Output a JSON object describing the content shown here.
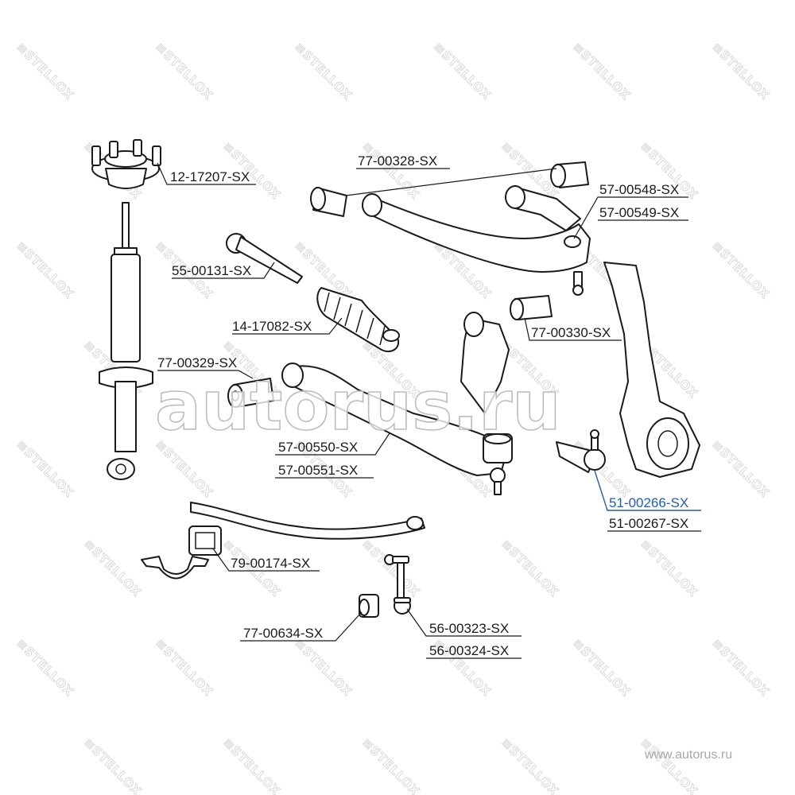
{
  "brand": {
    "watermark_text": "STELLOX",
    "site_watermark": "autorus.ru",
    "site_url": "www.autorus.ru"
  },
  "highlight_color": "#1f5fb4",
  "parts": [
    {
      "id": "hub",
      "name": "wheel-hub",
      "labels": [
        "12-17207-SX"
      ]
    },
    {
      "id": "upper_bushings",
      "name": "upper-arm-bushing",
      "labels": [
        "77-00328-SX"
      ]
    },
    {
      "id": "upper_arm",
      "name": "upper-control-arm",
      "labels": [
        "57-00548-SX",
        "57-00549-SX"
      ]
    },
    {
      "id": "tie_rod_inner",
      "name": "inner-tie-rod",
      "labels": [
        "55-00131-SX"
      ]
    },
    {
      "id": "boot",
      "name": "steering-rack-boot",
      "labels": [
        "14-17082-SX"
      ]
    },
    {
      "id": "lower_bushing_rear",
      "name": "lower-arm-bushing-rear",
      "labels": [
        "77-00330-SX"
      ]
    },
    {
      "id": "lower_bushing_front",
      "name": "lower-arm-bushing-front",
      "labels": [
        "77-00329-SX"
      ]
    },
    {
      "id": "lower_arm",
      "name": "lower-control-arm",
      "labels": [
        "57-00550-SX",
        "57-00551-SX"
      ]
    },
    {
      "id": "tie_rod_end",
      "name": "tie-rod-end",
      "labels": [
        "51-00266-SX",
        "51-00267-SX"
      ],
      "highlighted_label": 0
    },
    {
      "id": "stab_bushing",
      "name": "stabilizer-bushing",
      "labels": [
        "79-00174-SX"
      ]
    },
    {
      "id": "link_bushing",
      "name": "stabilizer-link-bushing",
      "labels": [
        "77-00634-SX"
      ]
    },
    {
      "id": "stab_link",
      "name": "stabilizer-link",
      "labels": [
        "56-00323-SX",
        "56-00324-SX"
      ]
    }
  ]
}
